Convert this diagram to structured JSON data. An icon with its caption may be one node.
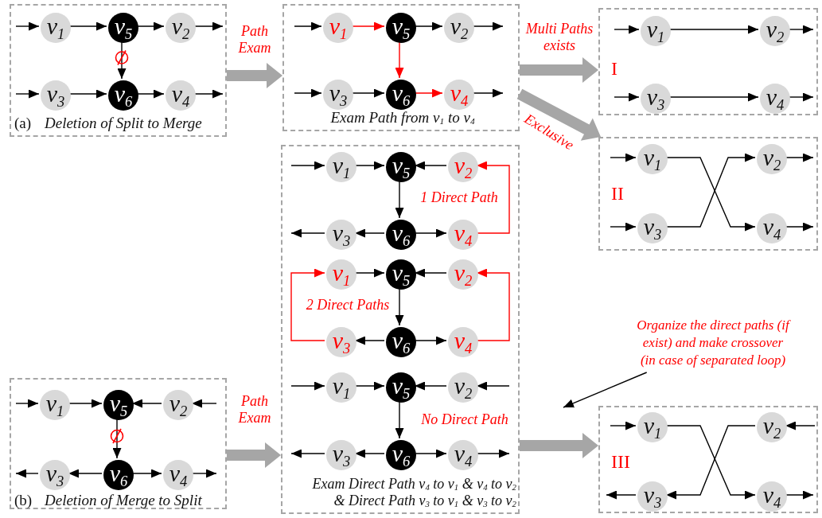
{
  "diagram": {
    "nodes": [
      {
        "text": [
          "(a)",
          "Deletion of Split to Merge"
        ]
      },
      {
        "text": [
          "v$_{1}$"
        ],
        "in": 0
      },
      {
        "text": [
          "v$_{5}$"
        ],
        "in": 0
      },
      {
        "text": [
          "v$_{2}$"
        ],
        "in": 0
      },
      {
        "text": [
          "v$_{3}$"
        ],
        "in": 0
      },
      {
        "text": [
          "v$_{6}$"
        ],
        "in": 0
      },
      {
        "text": [
          "v$_{4}$"
        ],
        "in": 0
      },
      {
        "text": [
          "Exam Path from v$_{1}$ to v$_{4}$"
        ]
      },
      {
        "text": [
          "v$_{1}$"
        ],
        "in": 7
      },
      {
        "text": [
          "v$_{5}$"
        ],
        "in": 7
      },
      {
        "text": [
          "v$_{2}$"
        ],
        "in": 7
      },
      {
        "text": [
          "v$_{3}$"
        ],
        "in": 7
      },
      {
        "text": [
          "v$_{6}$"
        ],
        "in": 7
      },
      {
        "text": [
          "v$_{4}$"
        ],
        "in": 7
      },
      {
        "text": [
          "I"
        ]
      },
      {
        "text": [
          "v$_{1}$"
        ],
        "in": 14
      },
      {
        "text": [
          "v$_{2}$"
        ],
        "in": 14
      },
      {
        "text": [
          "v$_{3}$"
        ],
        "in": 14
      },
      {
        "text": [
          "v$_{4}$"
        ],
        "in": 14
      },
      {
        "text": [
          "II"
        ]
      },
      {
        "text": [
          "v$_{1}$"
        ],
        "in": 19
      },
      {
        "text": [
          "v$_{2}$"
        ],
        "in": 19
      },
      {
        "text": [
          "v$_{3}$"
        ],
        "in": 19
      },
      {
        "text": [
          "v$_{4}$"
        ],
        "in": 19
      },
      {
        "text": [
          "Exam Direct Path v$_{4}$ to v$_{1}$ & v$_{4}$ to v$_{2}$ & Direct Path v$_{3}$ to v$_{1}$ & v$_{3}$ to v$_{2}$"
        ]
      },
      {
        "text": [
          "v$_{1}$"
        ],
        "in": 24
      },
      {
        "text": [
          "v$_{5}$"
        ],
        "in": 24
      },
      {
        "text": [
          "v$_{2}$"
        ],
        "in": 24
      },
      {
        "text": [
          "v$_{3}$"
        ],
        "in": 24
      },
      {
        "text": [
          "v$_{6}$"
        ],
        "in": 24
      },
      {
        "text": [
          "v$_{4}$"
        ],
        "in": 24
      },
      {
        "text": [
          "v$_{1}$"
        ],
        "in": 24
      },
      {
        "text": [
          "v$_{5}$"
        ],
        "in": 24
      },
      {
        "text": [
          "v$_{2}$"
        ],
        "in": 24
      },
      {
        "text": [
          "v$_{3}$"
        ],
        "in": 24
      },
      {
        "text": [
          "v$_{6}$"
        ],
        "in": 24
      },
      {
        "text": [
          "v$_{4}$"
        ],
        "in": 24
      },
      {
        "text": [
          "v$_{1}$"
        ],
        "in": 24
      },
      {
        "text": [
          "v$_{5}$"
        ],
        "in": 24
      },
      {
        "text": [
          "v$_{2}$"
        ],
        "in": 24
      },
      {
        "text": [
          "v$_{3}$"
        ],
        "in": 24
      },
      {
        "text": [
          "v$_{6}$"
        ],
        "in": 24
      },
      {
        "text": [
          "v$_{4}$"
        ],
        "in": 24
      },
      {
        "text": [
          "Organize the direct paths (if exist) and make crossover (in case of separated loop)"
        ]
      },
      {
        "text": [
          "(b)",
          "Deletion of Merge to Split"
        ]
      },
      {
        "text": [
          "v$_{1}$"
        ],
        "in": 44
      },
      {
        "text": [
          "v$_{5}$"
        ],
        "in": 44
      },
      {
        "text": [
          "v$_{2}$"
        ],
        "in": 44
      },
      {
        "text": [
          "v$_{3}$"
        ],
        "in": 44
      },
      {
        "text": [
          "v$_{6}$"
        ],
        "in": 44
      },
      {
        "text": [
          "v$_{4}$"
        ],
        "in": 44
      },
      {
        "text": [
          "III"
        ]
      },
      {
        "text": [
          "v$_{1}$"
        ],
        "in": 51
      },
      {
        "text": [
          "v$_{2}$"
        ],
        "in": 51
      },
      {
        "text": [
          "v$_{3}$"
        ],
        "in": 51
      },
      {
        "text": [
          "v$_{4}$"
        ],
        "in": 51
      }
    ],
    "edges": [
      {
        "from": null,
        "to": 1,
        "arrow": "to"
      },
      {
        "from": 1,
        "to": 2,
        "arrow": "to"
      },
      {
        "from": 2,
        "to": 3,
        "arrow": "to"
      },
      {
        "from": 3,
        "to": null,
        "arrow": "to"
      },
      {
        "from": null,
        "to": 4,
        "arrow": "to"
      },
      {
        "from": 4,
        "to": 5,
        "arrow": "to"
      },
      {
        "from": 5,
        "to": 6,
        "arrow": "to"
      },
      {
        "from": 6,
        "to": null,
        "arrow": "to"
      },
      {
        "from": 2,
        "to": 5,
        "arrow": "to"
      },
      {
        "from": 0,
        "to": 7,
        "arrow": "to",
        "label": "Path Exam",
        "style": "thick",
        "color": "#a6a6a6"
      },
      {
        "from": null,
        "to": 8,
        "arrow": "to"
      },
      {
        "from": 8,
        "to": 9,
        "arrow": "to",
        "color": "#ff0000"
      },
      {
        "from": 9,
        "to": 10,
        "arrow": "to"
      },
      {
        "from": 10,
        "to": null,
        "arrow": "to"
      },
      {
        "from": null,
        "to": 11,
        "arrow": "to"
      },
      {
        "from": 11,
        "to": 12,
        "arrow": "to"
      },
      {
        "from": 12,
        "to": 13,
        "arrow": "to",
        "color": "#ff0000"
      },
      {
        "from": 13,
        "to": null,
        "arrow": "to"
      },
      {
        "from": 9,
        "to": 12,
        "arrow": "to",
        "color": "#ff0000"
      },
      {
        "from": 7,
        "to": 14,
        "arrow": "to",
        "label": "Multi Paths exists",
        "style": "thick",
        "color": "#a6a6a6"
      },
      {
        "from": 7,
        "to": 19,
        "arrow": "to",
        "label": "Exclusive",
        "style": "thick",
        "color": "#a6a6a6"
      },
      {
        "from": null,
        "to": 15,
        "arrow": "to"
      },
      {
        "from": 15,
        "to": 16,
        "arrow": "to"
      },
      {
        "from": 16,
        "to": null,
        "arrow": "to"
      },
      {
        "from": null,
        "to": 17,
        "arrow": "to"
      },
      {
        "from": 17,
        "to": 18,
        "arrow": "to"
      },
      {
        "from": 18,
        "to": null,
        "arrow": "to"
      },
      {
        "from": null,
        "to": 20,
        "arrow": "to"
      },
      {
        "from": 20,
        "to": 23,
        "arrow": "to"
      },
      {
        "from": 22,
        "to": 21,
        "arrow": "to"
      },
      {
        "from": 21,
        "to": null,
        "arrow": "to"
      },
      {
        "from": null,
        "to": 22,
        "arrow": "to"
      },
      {
        "from": 23,
        "to": null,
        "arrow": "to"
      },
      {
        "from": null,
        "to": 25,
        "arrow": "to"
      },
      {
        "from": 25,
        "to": 26,
        "arrow": "to"
      },
      {
        "from": 27,
        "to": 26,
        "arrow": "to"
      },
      {
        "from": 26,
        "to": 29,
        "arrow": "to"
      },
      {
        "from": 29,
        "to": 28,
        "arrow": "to"
      },
      {
        "from": 28,
        "to": null,
        "arrow": "to"
      },
      {
        "from": 29,
        "to": 30,
        "arrow": "to"
      },
      {
        "from": 30,
        "to": 27,
        "arrow": "to",
        "color": "#ff0000"
      },
      {
        "from": 31,
        "to": 32,
        "arrow": "to"
      },
      {
        "from": 33,
        "to": 32,
        "arrow": "to"
      },
      {
        "from": 32,
        "to": 35,
        "arrow": "to"
      },
      {
        "from": 35,
        "to": 34,
        "arrow": "to"
      },
      {
        "from": 35,
        "to": 36,
        "arrow": "to"
      },
      {
        "from": 34,
        "to": 31,
        "arrow": "to",
        "color": "#ff0000"
      },
      {
        "from": 36,
        "to": 33,
        "arrow": "to",
        "color": "#ff0000"
      },
      {
        "from": null,
        "to": 37,
        "arrow": "to"
      },
      {
        "from": 37,
        "to": 38,
        "arrow": "to"
      },
      {
        "from": 39,
        "to": 38,
        "arrow": "to"
      },
      {
        "from": null,
        "to": 39,
        "arrow": "to"
      },
      {
        "from": 38,
        "to": 41,
        "arrow": "to"
      },
      {
        "from": 41,
        "to": 40,
        "arrow": "to"
      },
      {
        "from": 40,
        "to": null,
        "arrow": "to"
      },
      {
        "from": 41,
        "to": 42,
        "arrow": "to"
      },
      {
        "from": 42,
        "to": null,
        "arrow": "to"
      },
      {
        "from": 43,
        "to": null,
        "arrow": "to"
      },
      {
        "from": 24,
        "to": 51,
        "arrow": "to",
        "style": "thick",
        "color": "#a6a6a6"
      },
      {
        "from": null,
        "to": 45,
        "arrow": "to"
      },
      {
        "from": 45,
        "to": 46,
        "arrow": "to"
      },
      {
        "from": 47,
        "to": 46,
        "arrow": "to"
      },
      {
        "from": null,
        "to": 47,
        "arrow": "to"
      },
      {
        "from": 46,
        "to": 49,
        "arrow": "to"
      },
      {
        "from": 49,
        "to": 48,
        "arrow": "to"
      },
      {
        "from": 48,
        "to": null,
        "arrow": "to"
      },
      {
        "from": 49,
        "to": 50,
        "arrow": "to"
      },
      {
        "from": 50,
        "to": null,
        "arrow": "to"
      },
      {
        "from": 44,
        "to": 24,
        "arrow": "to",
        "label": "Path Exam",
        "style": "thick",
        "color": "#a6a6a6"
      },
      {
        "from": null,
        "to": 52,
        "arrow": "to"
      },
      {
        "from": 52,
        "to": 55,
        "arrow": "to"
      },
      {
        "from": 53,
        "to": 54,
        "arrow": "to"
      },
      {
        "from": 54,
        "to": null,
        "arrow": "to"
      },
      {
        "from": null,
        "to": 53,
        "arrow": "to"
      },
      {
        "from": 55,
        "to": null,
        "arrow": "to"
      }
    ],
    "labels": [
      "1 Direct Path",
      "2 Direct Paths",
      "No Direct Path"
    ]
  }
}
